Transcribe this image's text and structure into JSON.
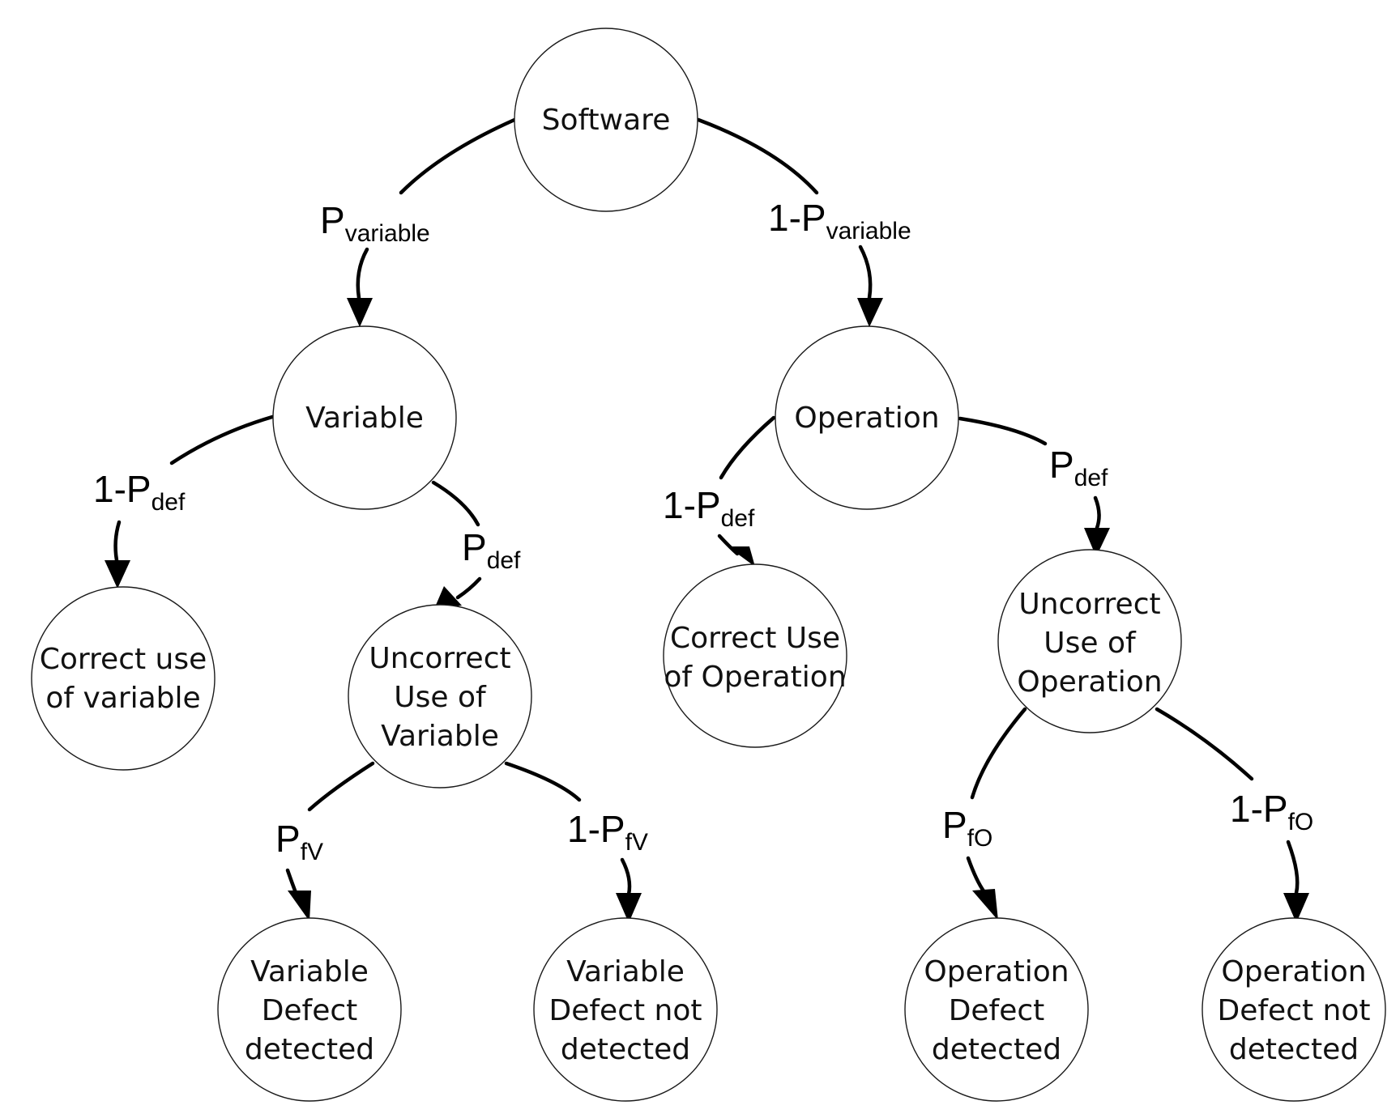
{
  "nodes": {
    "software": [
      "Software"
    ],
    "variable": [
      "Variable"
    ],
    "operation": [
      "Operation"
    ],
    "correct_use_variable": [
      "Correct use",
      "of variable"
    ],
    "uncorrect_use_variable": [
      "Uncorrect",
      "Use of",
      "Variable"
    ],
    "correct_use_operation": [
      "Correct Use",
      "of Operation"
    ],
    "uncorrect_use_operation": [
      "Uncorrect",
      "Use of",
      "Operation"
    ],
    "variable_defect_detected": [
      "Variable",
      "Defect",
      "detected"
    ],
    "variable_defect_not_detected": [
      "Variable",
      "Defect not",
      "detected"
    ],
    "operation_defect_detected": [
      "Operation",
      "Defect",
      "detected"
    ],
    "operation_defect_not_detected": [
      "Operation",
      "Defect not",
      "detected"
    ]
  },
  "edges": {
    "software_to_variable": {
      "main": "P",
      "sub": "variable"
    },
    "software_to_operation": {
      "main": "1-P",
      "sub": "variable"
    },
    "variable_to_correct": {
      "main": "1-P",
      "sub": "def"
    },
    "variable_to_uncorrect": {
      "main": "P",
      "sub": "def"
    },
    "operation_to_correct": {
      "main": "1-P",
      "sub": "def"
    },
    "operation_to_uncorrect": {
      "main": "P",
      "sub": "def"
    },
    "uncorrect_var_to_detected": {
      "main": "P",
      "sub": "fV"
    },
    "uncorrect_var_to_not_detected": {
      "main": "1-P",
      "sub": "fV"
    },
    "uncorrect_op_to_detected": {
      "main": "P",
      "sub": "fO"
    },
    "uncorrect_op_to_not_detected": {
      "main": "1-P",
      "sub": "fO"
    }
  }
}
